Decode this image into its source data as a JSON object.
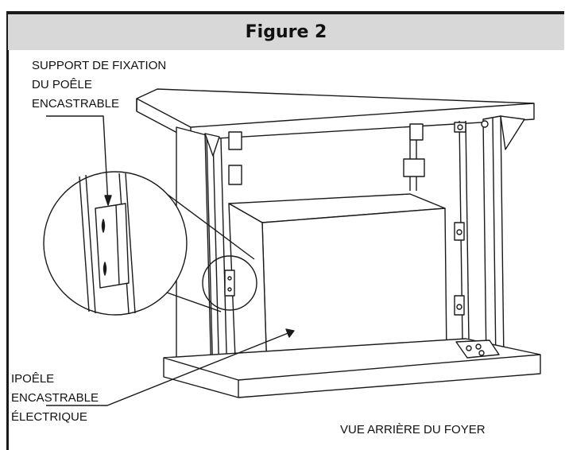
{
  "figure": {
    "title": "Figure 2"
  },
  "labels": {
    "support_line1": "SUPPORT DE FIXATION",
    "support_line2": "DU POÊLE",
    "support_line3": "ENCASTRABLE",
    "insert_line1": "IPOÊLE",
    "insert_line2": "ENCASTRABLE",
    "insert_line3": "ÉLECTRIQUE",
    "view_caption": "VUE ARRIÈRE DU FOYER"
  }
}
